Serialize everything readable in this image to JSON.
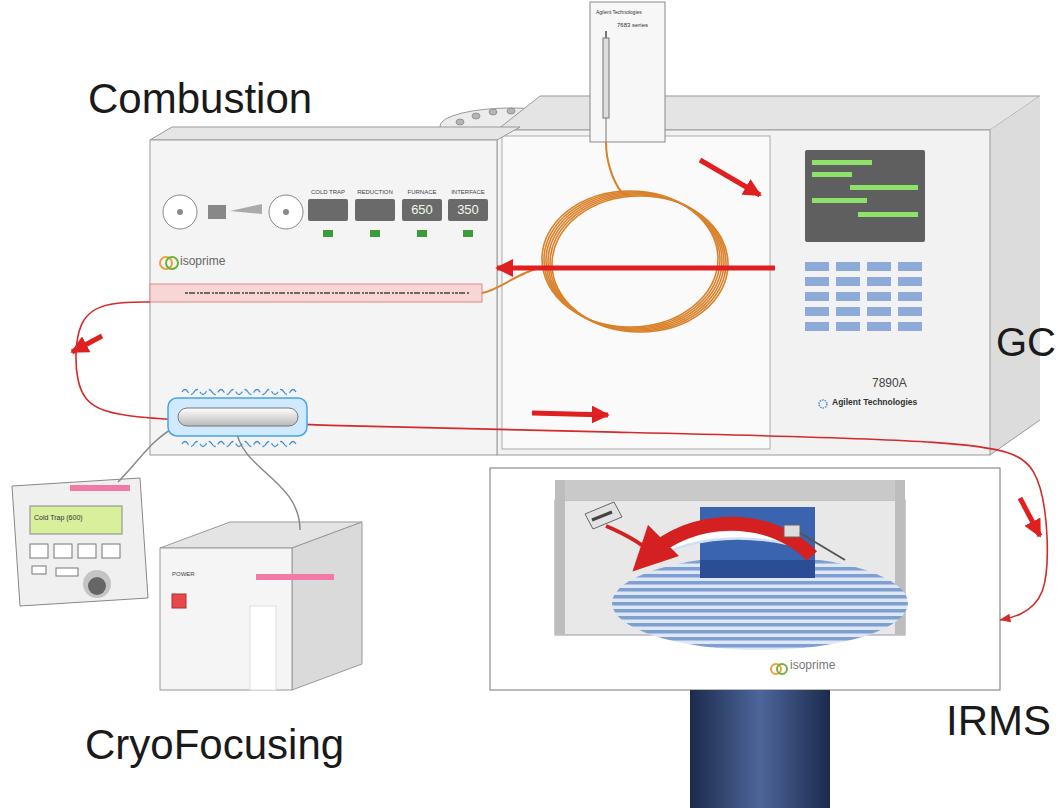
{
  "diagram": {
    "nodes": [
      {
        "text": [
          "Combustion",
          "isoprime"
        ]
      },
      {
        "text": [
          "GC",
          "7890A",
          "Agilent Technologies"
        ]
      },
      {
        "text": [
          "CryoFocusing",
          "POWER"
        ]
      },
      {
        "text": [
          "IRMS",
          "isoprime"
        ]
      }
    ],
    "edges": [
      {
        "from": 1,
        "to": 0,
        "arrow": "to"
      },
      {
        "from": 0,
        "to": 3,
        "arrow": "to"
      }
    ],
    "labels": [
      "Agilent Technologies",
      "7683 series",
      "COLD TRAP",
      "REDUCTION",
      "FURNACE",
      "INTERFACE",
      "650",
      "350",
      "Cold Trap (600)"
    ]
  }
}
